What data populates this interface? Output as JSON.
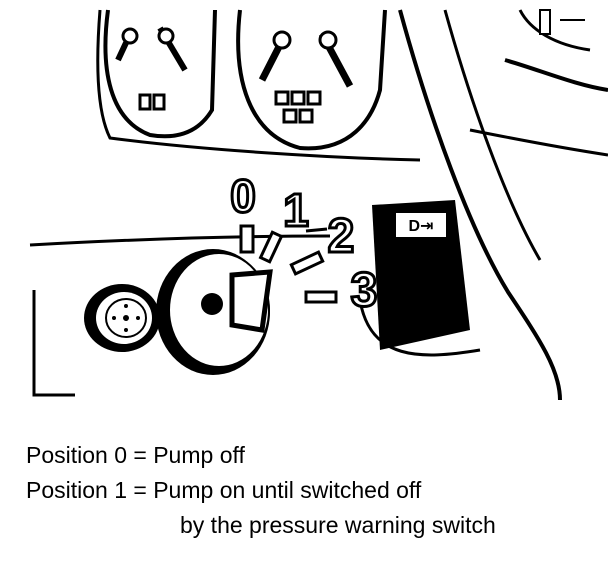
{
  "diagram": {
    "switch_positions": [
      "0",
      "1",
      "2",
      "3"
    ],
    "indicator_label": "D⇥"
  },
  "caption": {
    "line1": "Position 0 = Pump off",
    "line2": "Position 1 = Pump on until switched off",
    "line3": "by the pressure warning switch"
  },
  "colors": {
    "ink": "#000000",
    "paper": "#ffffff"
  }
}
